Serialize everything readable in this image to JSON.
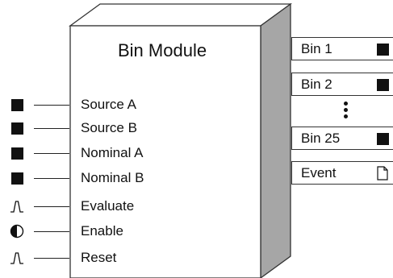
{
  "module": {
    "title": "Bin Module",
    "inputs": [
      {
        "label": "Source A",
        "symbol": "filled-square"
      },
      {
        "label": "Source B",
        "symbol": "filled-square"
      },
      {
        "label": "Nominal A",
        "symbol": "filled-square"
      },
      {
        "label": "Nominal B",
        "symbol": "filled-square"
      },
      {
        "label": "Evaluate",
        "symbol": "pulse"
      },
      {
        "label": "Enable",
        "symbol": "half-circle"
      },
      {
        "label": "Reset",
        "symbol": "pulse"
      }
    ],
    "outputs": [
      {
        "label": "Bin 1",
        "symbol": "filled-square"
      },
      {
        "label": "Bin 2",
        "symbol": "filled-square"
      },
      {
        "label": "Bin 25",
        "symbol": "filled-square"
      },
      {
        "label": "Event",
        "symbol": "document"
      }
    ],
    "ellipsis": "vertical-dots"
  },
  "colors": {
    "box_face": "#ffffff",
    "box_top": "#ffffff",
    "box_side": "#a6a6a6",
    "stroke": "#333333",
    "marker": "#111111"
  }
}
